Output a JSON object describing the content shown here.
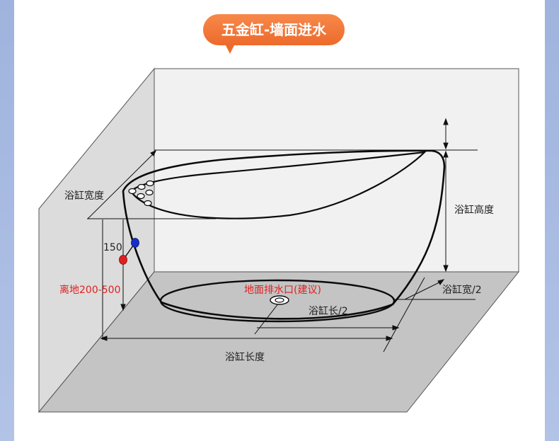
{
  "title": "五金缸-墙面进水",
  "labels": {
    "tub_width": "浴缸宽度",
    "tub_height": "浴缸高度",
    "tub_half_width": "浴缸宽/2",
    "tub_half_length": "浴缸长/2",
    "tub_length": "浴缸长度",
    "valve_spacing": "150",
    "valve_height": "离地200-500",
    "floor_drain": "地面排水口(建议)"
  },
  "colors": {
    "title_bg": "#f07a3c",
    "hot_valve": "#e02020",
    "cold_valve": "#1530c8",
    "wall": "#f0f0f0",
    "floor": "#c6c6c6",
    "annotation_red": "#e02020"
  }
}
